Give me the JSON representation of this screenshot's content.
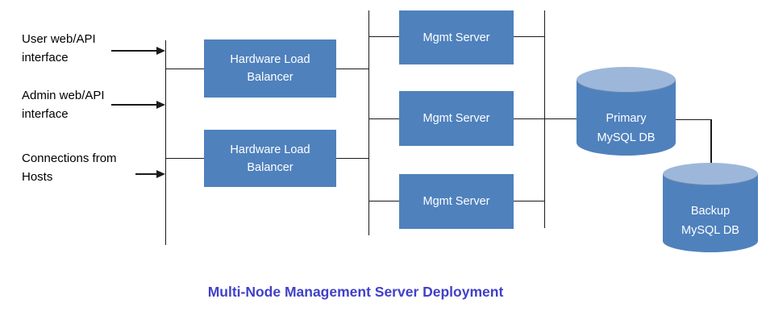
{
  "title": "Multi-Node Management Server Deployment",
  "colors": {
    "node_fill": "#4f81bd",
    "cylinder_top": "#9db7da",
    "title_color": "#4040c8",
    "line_color": "#1a1a1a"
  },
  "inputs": [
    {
      "line1": "User web/API",
      "line2": "interface"
    },
    {
      "line1": "Admin web/API",
      "line2": "interface"
    },
    {
      "line1": "Connections from",
      "line2": "Hosts"
    }
  ],
  "load_balancers": [
    {
      "label": "Hardware Load Balancer"
    },
    {
      "label": "Hardware Load Balancer"
    }
  ],
  "mgmt_servers": [
    {
      "label": "Mgmt Server"
    },
    {
      "label": "Mgmt Server"
    },
    {
      "label": "Mgmt Server"
    }
  ],
  "databases": [
    {
      "line1": "Primary",
      "line2": "MySQL DB"
    },
    {
      "line1": "Backup",
      "line2": "MySQL DB"
    }
  ]
}
